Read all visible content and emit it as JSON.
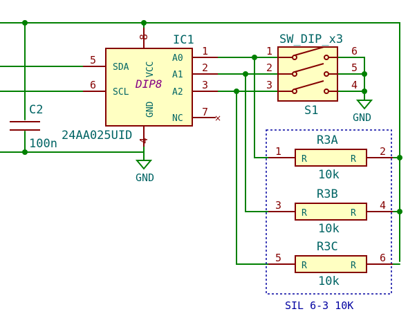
{
  "ic": {
    "ref": "IC1",
    "value": "24AA025UID",
    "package": "DIP8",
    "pins": {
      "sda": {
        "num": "5",
        "name": "SDA"
      },
      "scl": {
        "num": "6",
        "name": "SCL"
      },
      "vcc": {
        "num": "8",
        "name": "VCC"
      },
      "gnd": {
        "num": "4",
        "name": "GND"
      },
      "a0": {
        "num": "1",
        "name": "A0"
      },
      "a1": {
        "num": "2",
        "name": "A1"
      },
      "a2": {
        "num": "3",
        "name": "A2"
      },
      "nc": {
        "num": "7",
        "name": "NC"
      }
    }
  },
  "cap": {
    "ref": "C2",
    "value": "100n"
  },
  "switch": {
    "ref": "S1",
    "value": "SW_DIP_x3",
    "pins": [
      "1",
      "2",
      "3",
      "4",
      "5",
      "6"
    ]
  },
  "rnet": {
    "label": "SIL 6-3 10K",
    "resistors": [
      {
        "ref": "R3A",
        "value": "10k",
        "pin_l": "1",
        "pin_r": "2",
        "body_l": "R",
        "body_r": "R"
      },
      {
        "ref": "R3B",
        "value": "10k",
        "pin_l": "3",
        "pin_r": "4",
        "body_l": "R",
        "body_r": "R"
      },
      {
        "ref": "R3C",
        "value": "10k",
        "pin_l": "5",
        "pin_r": "6",
        "body_l": "R",
        "body_r": "R"
      }
    ]
  },
  "gnd_labels": {
    "ic": "GND",
    "switch": "GND"
  }
}
